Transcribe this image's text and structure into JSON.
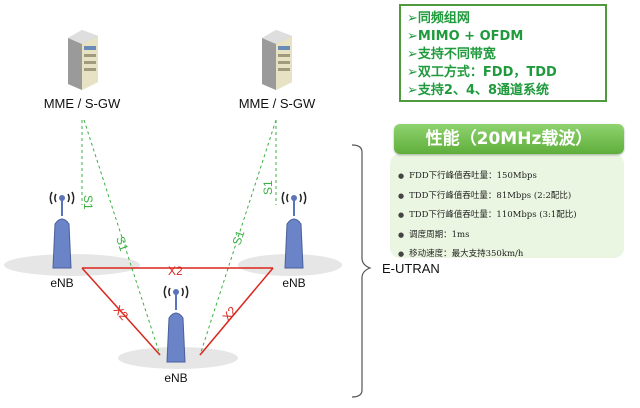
{
  "mme_labels": [
    "MME / S-GW",
    "MME / S-GW"
  ],
  "enb_labels": [
    "eNB",
    "eNB",
    "eNB"
  ],
  "s1_label": "S1",
  "x2_label": "X2",
  "e_utran_label": "E-UTRAN",
  "features": [
    "➢同频组网",
    "➢MIMO + OFDM",
    "➢支持不同带宽",
    "➢双工方式：FDD，TDD",
    "➢支持2、4、8通道系统"
  ],
  "performance": {
    "header": "性能（20MHz载波）",
    "items": [
      "FDD下行峰值吞吐量：150Mbps",
      "TDD下行峰值吞吐量：81Mbps (2:2配比)",
      "TDD下行峰值吞吐量：110Mbps (3:1配比)",
      "调度周期：1ms",
      "移动速度：最大支持350km/h"
    ]
  },
  "colors": {
    "s1": "#3cb043",
    "x2": "#d9261c",
    "enb": "#6b84c8",
    "green": "#4f9a3c"
  }
}
